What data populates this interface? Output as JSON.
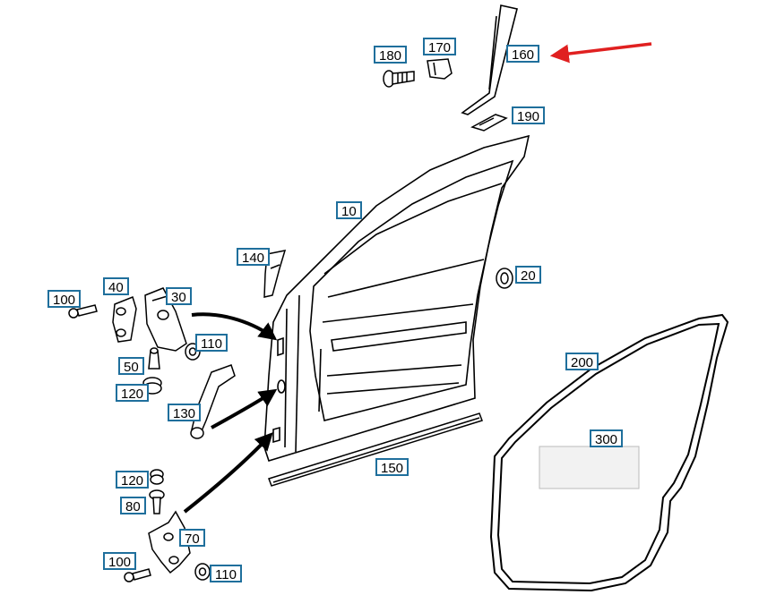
{
  "callouts": [
    {
      "key": "c10",
      "text": "10"
    },
    {
      "key": "c20",
      "text": "20"
    },
    {
      "key": "c30",
      "text": "30"
    },
    {
      "key": "c40",
      "text": "40"
    },
    {
      "key": "c50",
      "text": "50"
    },
    {
      "key": "c70",
      "text": "70"
    },
    {
      "key": "c80",
      "text": "80"
    },
    {
      "key": "c100a",
      "text": "100"
    },
    {
      "key": "c100b",
      "text": "100"
    },
    {
      "key": "c110a",
      "text": "110"
    },
    {
      "key": "c110b",
      "text": "110"
    },
    {
      "key": "c120a",
      "text": "120"
    },
    {
      "key": "c120b",
      "text": "120"
    },
    {
      "key": "c130",
      "text": "130"
    },
    {
      "key": "c140",
      "text": "140"
    },
    {
      "key": "c150",
      "text": "150"
    },
    {
      "key": "c160",
      "text": "160"
    },
    {
      "key": "c170",
      "text": "170"
    },
    {
      "key": "c180",
      "text": "180"
    },
    {
      "key": "c190",
      "text": "190"
    },
    {
      "key": "c200",
      "text": "200"
    },
    {
      "key": "c300",
      "text": "300"
    }
  ],
  "colors": {
    "callout_border": "#1f6f9c",
    "line_art": "#000000",
    "highlight_arrow": "#e02020"
  }
}
